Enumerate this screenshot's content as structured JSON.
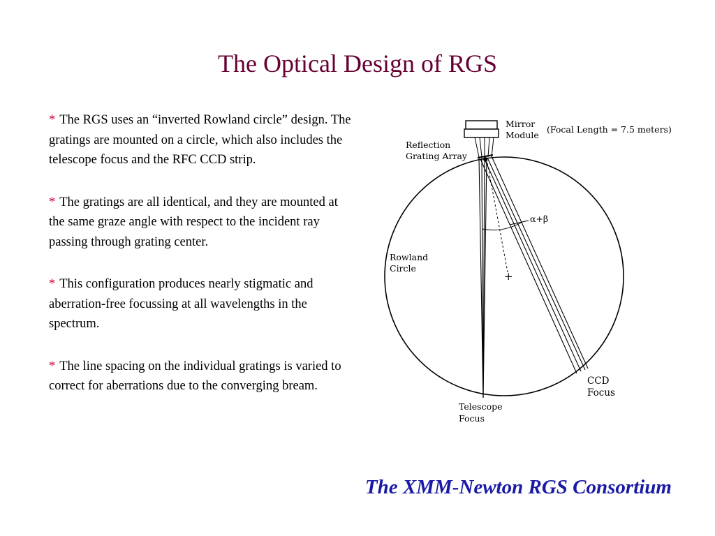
{
  "slide": {
    "title": "The Optical Design of RGS",
    "bullets": [
      {
        "marker": "*",
        "text": "The RGS uses an “inverted Rowland circle” design.  The gratings are mounted on a circle, which also includes the telescope focus and the RFC CCD strip."
      },
      {
        "marker": "*",
        "text": "The gratings are all identical, and they are mounted at the same graze angle with respect to the incident ray passing through grating center."
      },
      {
        "marker": "*",
        "text": "This configuration produces nearly stigmatic and aberration-free focussing at all wavelengths in the spectrum."
      },
      {
        "marker": "*",
        "text": "The line spacing on the individual gratings is varied to correct for aberrations due to the converging bream."
      }
    ],
    "footer": "The XMM-Newton RGS Consortium"
  },
  "diagram": {
    "mirror_label_1": "Mirror",
    "mirror_label_2": "Module",
    "focal_length": "(Focal Length = 7.5 meters)",
    "reflection_label_1": "Reflection",
    "reflection_label_2": "Grating Array",
    "angle_label": "α+β",
    "rowland_label_1": "Rowland",
    "rowland_label_2": "Circle",
    "center_marker": "+",
    "ccd_label_1": "CCD",
    "ccd_label_2": "Focus",
    "telescope_label_1": "Telescope",
    "telescope_label_2": "Focus"
  },
  "colors": {
    "title": "#660033",
    "bullet_marker": "#cc0033",
    "footer": "#1a1aa6"
  }
}
